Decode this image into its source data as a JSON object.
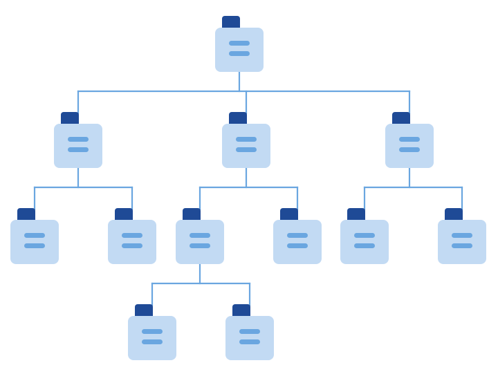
{
  "diagram": {
    "type": "hierarchy-tree",
    "colors": {
      "node_fill": "#c2daf3",
      "node_tab": "#1f4a96",
      "node_lines": "#6aa6e0",
      "connector": "#6aa6e0",
      "background": "#ffffff"
    },
    "node_icon": "folder-card-icon",
    "nodes": [
      {
        "id": "root",
        "parent": null
      },
      {
        "id": "left",
        "parent": "root"
      },
      {
        "id": "center",
        "parent": "root"
      },
      {
        "id": "right",
        "parent": "root"
      },
      {
        "id": "left-a",
        "parent": "left"
      },
      {
        "id": "left-b",
        "parent": "left"
      },
      {
        "id": "center-a",
        "parent": "center"
      },
      {
        "id": "center-b",
        "parent": "center"
      },
      {
        "id": "right-a",
        "parent": "right"
      },
      {
        "id": "right-b",
        "parent": "right"
      },
      {
        "id": "center-a-1",
        "parent": "center-a"
      },
      {
        "id": "center-a-2",
        "parent": "center-a"
      }
    ]
  }
}
